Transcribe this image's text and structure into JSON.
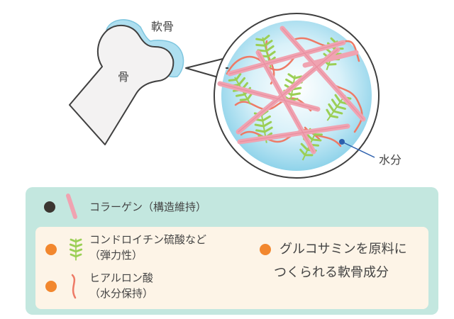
{
  "labels": {
    "cartilage": "軟骨",
    "bone": "骨",
    "water": "水分"
  },
  "legend": {
    "collagen": "コラーゲン（構造維持）",
    "chondroitin_line1": "コンドロイチン硫酸など",
    "chondroitin_line2": "（弾力性）",
    "hyaluronic_line1": "ヒアルロン酸",
    "hyaluronic_line2": "（水分保持）",
    "glucosamine_line1": "グルコサミンを原料に",
    "glucosamine_line2": "つくられる軟骨成分"
  },
  "colors": {
    "collagen": "#f0a3b1",
    "chondroitin": "#9bcf55",
    "hyaluronic": "#ee7a66",
    "dot_dark": "#3b3631",
    "dot_orange": "#f2872e",
    "legend_bg": "#c3e7df",
    "inner_bg": "#fdf4e7",
    "water_pointer": "#2b5fad"
  }
}
